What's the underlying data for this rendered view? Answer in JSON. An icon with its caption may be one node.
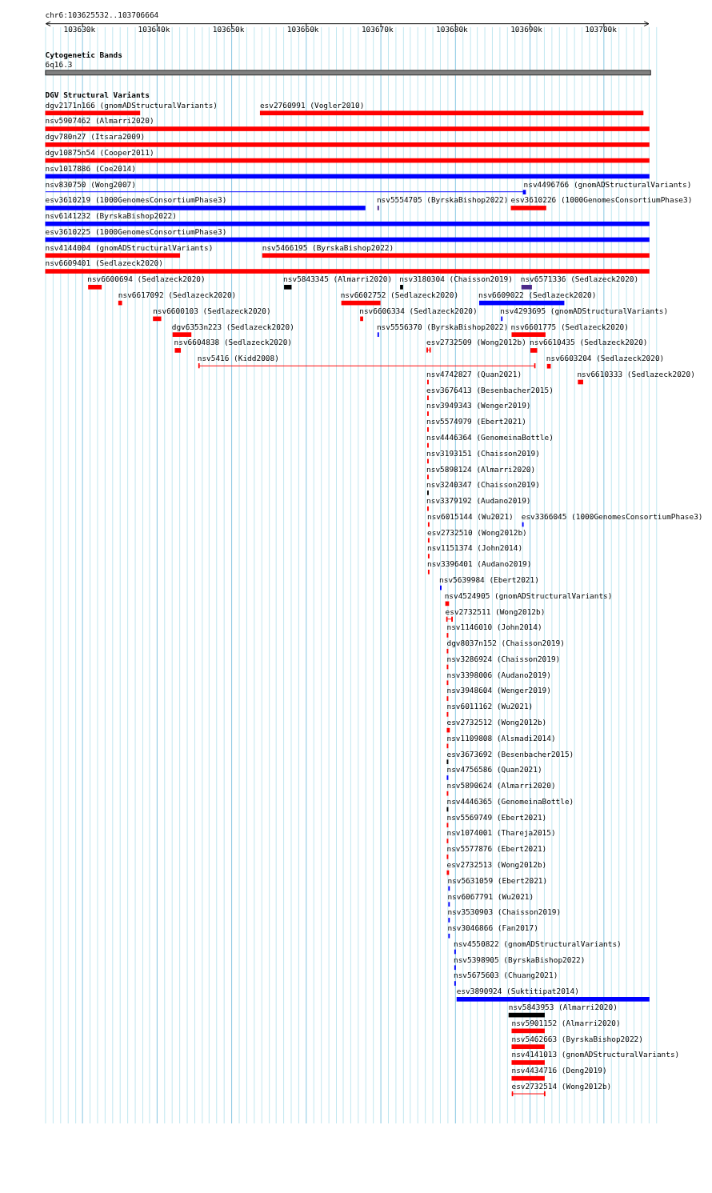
{
  "diagram": {
    "nodes": [
      {
        "text": [
          "6q16.3"
        ]
      },
      {
        "text": [
          "dgv2171n166 (gnomADStructuralVariants)"
        ]
      },
      {
        "text": [
          "esv2760991 (Vogler2010)"
        ]
      },
      {
        "text": [
          "nsv5907462 (Almarri2020)"
        ]
      },
      {
        "text": [
          "dgv780n27 (Itsara2009)"
        ]
      },
      {
        "text": [
          "dgv10875n54 (Cooper2011)"
        ]
      },
      {
        "text": [
          "nsv1017886 (Coe2014)"
        ]
      },
      {
        "text": [
          "nsv830750 (Wong2007)"
        ]
      },
      {
        "text": [
          "nsv4496766 (gnomADStructuralVariants)"
        ]
      },
      {
        "text": [
          "esv3610219 (1000GenomesConsortiumPhase3)"
        ]
      },
      {
        "text": [
          "nsv5554705 (ByrskaBishop2022)"
        ]
      },
      {
        "text": [
          "esv3610226 (1000GenomesConsortiumPhase3)"
        ]
      },
      {
        "text": [
          "nsv6141232 (ByrskaBishop2022)"
        ]
      },
      {
        "text": [
          "esv3610225 (1000GenomesConsortiumPhase3)"
        ]
      },
      {
        "text": [
          "nsv4144004 (gnomADStructuralVariants)"
        ]
      },
      {
        "text": [
          "nsv5466195 (ByrskaBishop2022)"
        ]
      },
      {
        "text": [
          "nsv6609401 (Sedlazeck2020)"
        ]
      },
      {
        "text": [
          "nsv6600694 (Sedlazeck2020)"
        ]
      },
      {
        "text": [
          "nsv5843345 (Almarri2020)"
        ]
      },
      {
        "text": [
          "nsv3180304 (Chaisson2019)"
        ]
      },
      {
        "text": [
          "nsv6571336 (Sedlazeck2020)"
        ]
      },
      {
        "text": [
          "nsv6617092 (Sedlazeck2020)"
        ]
      },
      {
        "text": [
          "nsv6602752 (Sedlazeck2020)"
        ]
      },
      {
        "text": [
          "nsv6609022 (Sedlazeck2020)"
        ]
      },
      {
        "text": [
          "nsv6600103 (Sedlazeck2020)"
        ]
      },
      {
        "text": [
          "nsv6606334 (Sedlazeck2020)"
        ]
      },
      {
        "text": [
          "nsv4293695 (gnomADStructuralVariants)"
        ]
      },
      {
        "text": [
          "dgv6353n223 (Sedlazeck2020)"
        ]
      },
      {
        "text": [
          "nsv5556370 (ByrskaBishop2022)"
        ]
      },
      {
        "text": [
          "nsv6601775 (Sedlazeck2020)"
        ]
      },
      {
        "text": [
          "nsv6604838 (Sedlazeck2020)"
        ]
      },
      {
        "text": [
          "esv2732509 (Wong2012b)"
        ]
      },
      {
        "text": [
          "nsv6610435 (Sedlazeck2020)"
        ]
      },
      {
        "text": [
          "nsv5416 (Kidd2008)"
        ]
      },
      {
        "text": [
          "nsv6603204 (Sedlazeck2020)"
        ]
      },
      {
        "text": [
          "nsv4742827 (Quan2021)"
        ]
      },
      {
        "text": [
          "nsv6610333 (Sedlazeck2020)"
        ]
      },
      {
        "text": [
          "esv3676413 (Besenbacher2015)"
        ]
      },
      {
        "text": [
          "nsv3949343 (Wenger2019)"
        ]
      },
      {
        "text": [
          "nsv5574979 (Ebert2021)"
        ]
      },
      {
        "text": [
          "nsv4446364 (GenomeinaBottle)"
        ]
      },
      {
        "text": [
          "nsv3193151 (Chaisson2019)"
        ]
      },
      {
        "text": [
          "nsv5898124 (Almarri2020)"
        ]
      },
      {
        "text": [
          "nsv3240347 (Chaisson2019)"
        ]
      },
      {
        "text": [
          "nsv3379192 (Audano2019)"
        ]
      },
      {
        "text": [
          "nsv6015144 (Wu2021)"
        ]
      },
      {
        "text": [
          "esv3366045 (1000GenomesConsortiumPhase3)"
        ]
      },
      {
        "text": [
          "esv2732510 (Wong2012b)"
        ]
      },
      {
        "text": [
          "nsv1151374 (John2014)"
        ]
      },
      {
        "text": [
          "nsv3396401 (Audano2019)"
        ]
      },
      {
        "text": [
          "nsv5639984 (Ebert2021)"
        ]
      },
      {
        "text": [
          "nsv4524905 (gnomADStructuralVariants)"
        ]
      },
      {
        "text": [
          "esv2732511 (Wong2012b)"
        ]
      },
      {
        "text": [
          "nsv1146010 (John2014)"
        ]
      },
      {
        "text": [
          "dgv8037n152 (Chaisson2019)"
        ]
      },
      {
        "text": [
          "nsv3286924 (Chaisson2019)"
        ]
      },
      {
        "text": [
          "nsv3398006 (Audano2019)"
        ]
      },
      {
        "text": [
          "nsv3948604 (Wenger2019)"
        ]
      },
      {
        "text": [
          "nsv6011162 (Wu2021)"
        ]
      },
      {
        "text": [
          "esv2732512 (Wong2012b)"
        ]
      },
      {
        "text": [
          "nsv1109808 (Alsmadi2014)"
        ]
      },
      {
        "text": [
          "esv3673692 (Besenbacher2015)"
        ]
      },
      {
        "text": [
          "nsv4756586 (Quan2021)"
        ]
      },
      {
        "text": [
          "nsv5890624 (Almarri2020)"
        ]
      },
      {
        "text": [
          "nsv4446365 (GenomeinaBottle)"
        ]
      },
      {
        "text": [
          "nsv5569749 (Ebert2021)"
        ]
      },
      {
        "text": [
          "nsv1074001 (Thareja2015)"
        ]
      },
      {
        "text": [
          "nsv5577876 (Ebert2021)"
        ]
      },
      {
        "text": [
          "esv2732513 (Wong2012b)"
        ]
      },
      {
        "text": [
          "nsv5631059 (Ebert2021)"
        ]
      },
      {
        "text": [
          "nsv6067791 (Wu2021)"
        ]
      },
      {
        "text": [
          "nsv3530903 (Chaisson2019)"
        ]
      },
      {
        "text": [
          "nsv3046866 (Fan2017)"
        ]
      },
      {
        "text": [
          "nsv4550822 (gnomADStructuralVariants)"
        ]
      },
      {
        "text": [
          "nsv5398905 (ByrskaBishop2022)"
        ]
      },
      {
        "text": [
          "nsv5675603 (Chuang2021)"
        ]
      },
      {
        "text": [
          "esv3890924 (Suktitipat2014)"
        ]
      },
      {
        "text": [
          "nsv5843953 (Almarri2020)"
        ]
      },
      {
        "text": [
          "nsv5901152 (Almarri2020)"
        ]
      },
      {
        "text": [
          "nsv5462663 (ByrskaBishop2022)"
        ]
      },
      {
        "text": [
          "nsv4141013 (gnomADStructuralVariants)"
        ]
      },
      {
        "text": [
          "nsv4434716 (Deng2019)"
        ]
      },
      {
        "text": [
          "esv2732514 (Wong2012b)"
        ]
      }
    ],
    "labels": [
      "chr6:103625532..103706664",
      "103630k",
      "103640k",
      "103650k",
      "103660k",
      "103670k",
      "103680k",
      "103690k",
      "103700k",
      "Cytogenetic Bands",
      "DGV Structural Variants"
    ]
  }
}
